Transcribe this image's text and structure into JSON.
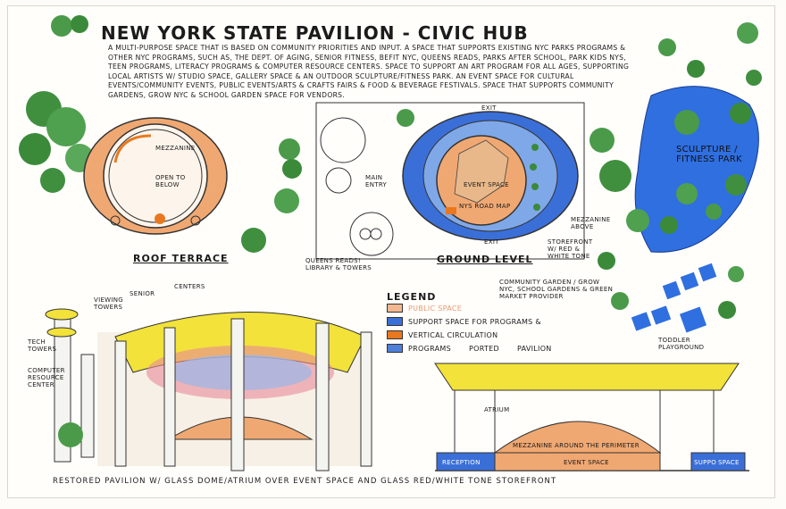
{
  "title": "New York State Pavilion - Civic Hub",
  "description": "A multi-purpose space that is based on community priorities and input. A space that supports existing NYC Parks programs & other NYC programs, such as, the Dept. of Aging, Senior Fitness, Befit NYC, Queens Reads, Parks after School, Park Kids NYS, Teen Programs, Literacy programs & computer resource centers. Space to support an art program for all ages, supporting local artists w/ studio space, gallery space & an outdoor sculpture/fitness park. An event space for cultural events/community events, public events/arts & crafts fairs & food & beverage festivals. Space that supports community gardens, Grow NYC & school garden space for vendors.",
  "plans": {
    "roof_terrace": "Roof Terrace",
    "ground_level": "Ground Level",
    "mezzanine": "Mezzanine",
    "open_to_below": "Open to below",
    "exit_top": "Exit",
    "exit_bottom": "Exit",
    "main_entry": "Main entry",
    "event_space": "Event space",
    "nys_road_map": "NYS road map",
    "mezzanine_above": "Mezzanine above",
    "storefront": "Storefront w/ red & white tone",
    "queens_reads": "Queens Reads! Library & Towers",
    "sculpture_park": "Sculpture / Fitness Park",
    "community_garden": "Community Garden / Grow NYC, School Gardens & Green Market Provider",
    "toddler_playground": "Toddler playground"
  },
  "legend": {
    "title": "Legend",
    "items": [
      {
        "label": "Public space",
        "color": "#f2b891"
      },
      {
        "label": "Support space for programs &",
        "color": "#3b6fd8"
      },
      {
        "label": "Vertical circulation",
        "color": "#e8781f"
      },
      {
        "label": "Programs",
        "color": "#4f7fd8"
      }
    ],
    "extra": "Ported",
    "extra2": "Pavilion"
  },
  "perspective": {
    "senior": "Senior",
    "centers": "Centers",
    "viewing_towers": "Viewing towers",
    "tech_towers": "Tech towers",
    "computer_resource": "Computer resource center"
  },
  "section": {
    "atrium": "Atrium",
    "mezzanine_around": "Mezzanine around the perimeter",
    "reception": "Reception",
    "event_space": "Event space",
    "support": "Suppo",
    "space": "Space"
  },
  "caption": "Restored Pavilion w/ glass dome/atrium over event space and glass red/white tone storefront"
}
